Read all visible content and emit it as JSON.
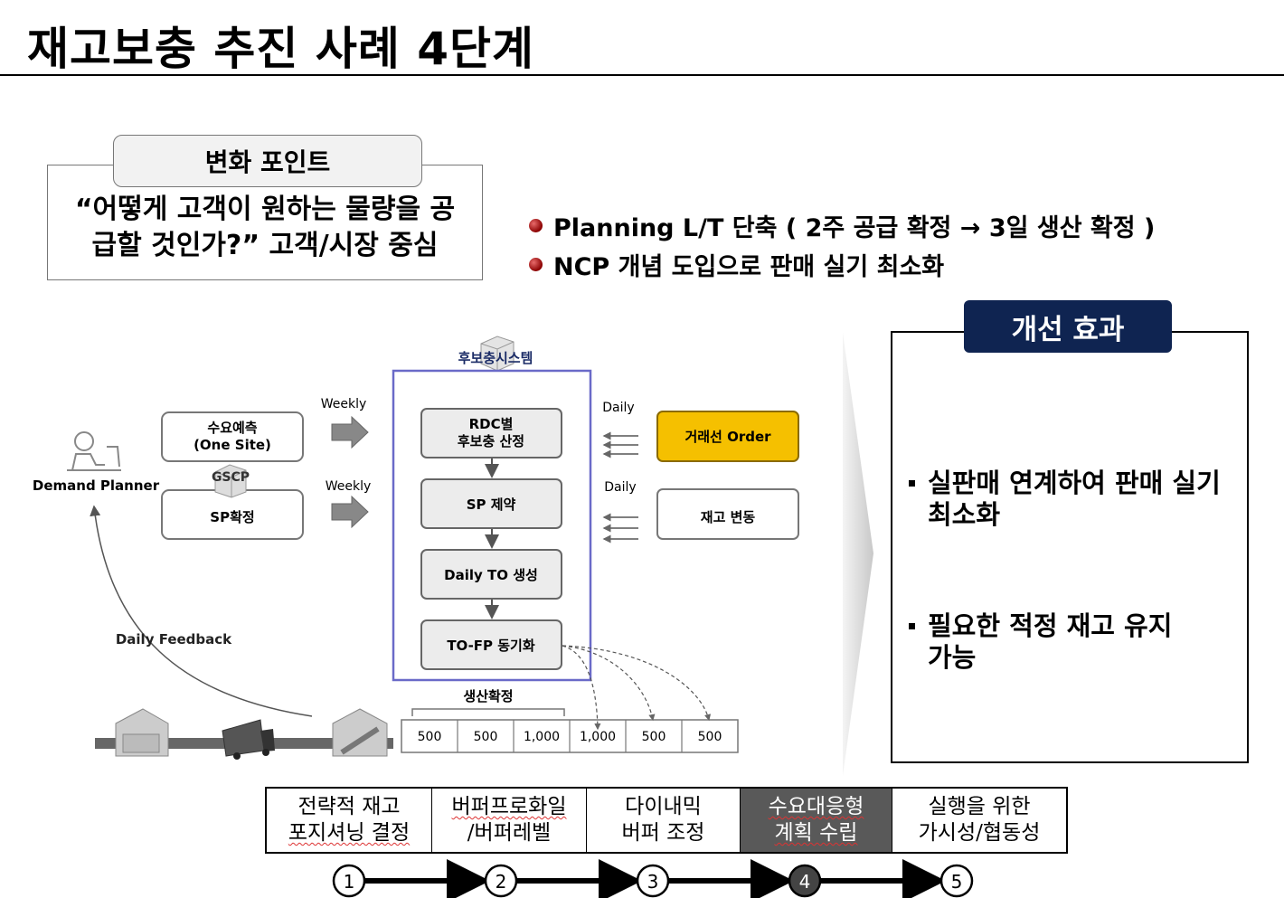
{
  "title": "재고보충 추진 사례 4단계",
  "change_point": {
    "tab_label": "변화 포인트",
    "question_line1": "“어떻게 고객이 원하는 물량을 공",
    "question_line2": "급할 것인가?”  고객/시장 중심"
  },
  "bullets": [
    "Planning L/T 단축 ( 2주 공급 확정 → 3일 생산 확정 )",
    "NCP 개념 도입으로 판매 실기 최소화"
  ],
  "diagram": {
    "demand_planner": "Demand Planner",
    "demand_forecast_line1": "수요예측",
    "demand_forecast_line2": "(One Site)",
    "gscp": "GSCP",
    "sp_confirm": "SP확정",
    "weekly_1": "Weekly",
    "weekly_2": "Weekly",
    "system_label": "후보충시스템",
    "rdc_line1": "RDC별",
    "rdc_line2": "후보충 산정",
    "sp_constraint": "SP 제약",
    "daily_to": "Daily TO 생성",
    "to_fp": "TO-FP 동기화",
    "daily_1": "Daily",
    "daily_2": "Daily",
    "order": "거래선 Order",
    "stock_change": "재고 변동",
    "daily_feedback": "Daily Feedback",
    "production_confirm": "생산확정",
    "production_cells": [
      "500",
      "500",
      "1,000",
      "1,000",
      "500",
      "500"
    ],
    "accent_color": "#f5c000",
    "frame_color": "#6a6ac8"
  },
  "effect": {
    "tab_label": "개선 효과",
    "items": [
      {
        "line1": "실판매 연계하여 판매 실기",
        "line2": "최소화"
      },
      {
        "line1": "필요한 적정 재고 유지",
        "line2": "가능"
      }
    ]
  },
  "steps": [
    {
      "line1": "전략적 재고",
      "line2": "포지셔닝 결정",
      "active": false
    },
    {
      "line1": "버퍼프로화일",
      "line2": "/버퍼레벨",
      "active": false
    },
    {
      "line1": "다이내믹",
      "line2": "버퍼 조정",
      "active": false
    },
    {
      "line1": "수요대응형",
      "line2": "계획 수립",
      "active": true
    },
    {
      "line1": "실행을 위한",
      "line2": "가시성/협동성",
      "active": false
    }
  ],
  "step_numbers": [
    "1",
    "2",
    "3",
    "4",
    "5"
  ]
}
